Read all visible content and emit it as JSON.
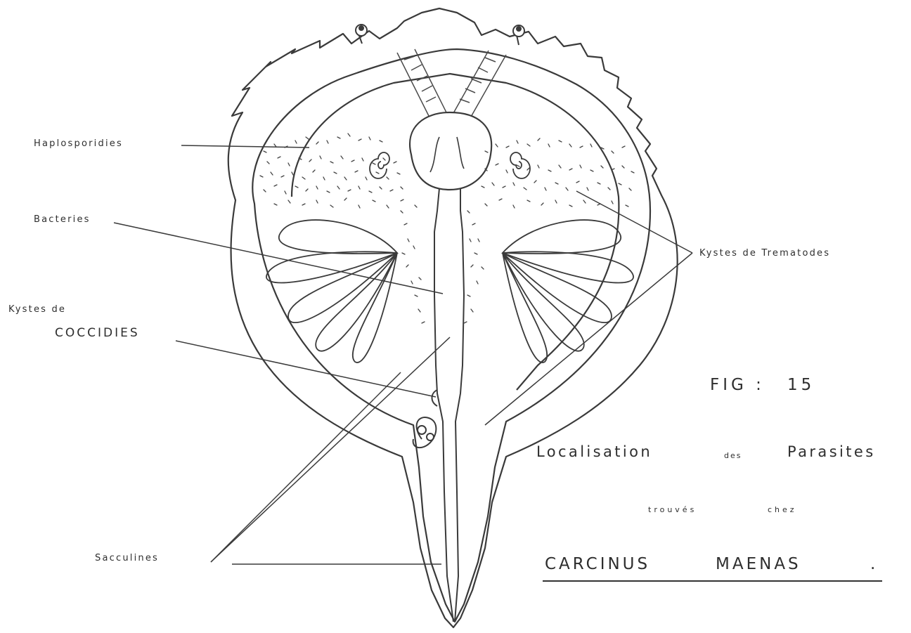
{
  "labels": {
    "haplosporidies": "Haplosporidies",
    "bacteries": "Bacteries",
    "kystes_trematodes": "Kystes de Trematodes",
    "kystes_de": "Kystes de",
    "coccidies": "COCCIDIES",
    "saccullines": "Sacculines"
  },
  "caption": {
    "fig": "FIG :",
    "fig_number": "15",
    "localisation": "Localisation",
    "des": "des",
    "parasites": "Parasites",
    "trouves": "trouvés",
    "chez": "chez",
    "species_genus": "CARCINUS",
    "species_name": "MAENAS",
    "period": "."
  },
  "colors": {
    "ink": "#3a3a3a",
    "background": "#ffffff"
  }
}
